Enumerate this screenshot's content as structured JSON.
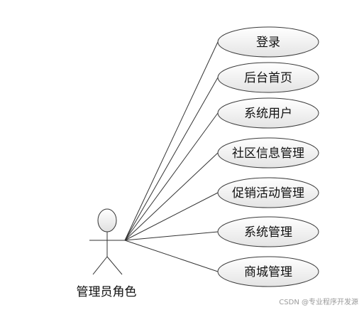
{
  "actor": {
    "label": "管理员角色"
  },
  "use_cases": [
    {
      "label": "登录"
    },
    {
      "label": "后台首页"
    },
    {
      "label": "系统用户"
    },
    {
      "label": "社区信息管理"
    },
    {
      "label": "促销活动管理"
    },
    {
      "label": "系统管理"
    },
    {
      "label": "商城管理"
    }
  ],
  "watermark": "CSDN @专业程序开发源",
  "colors": {
    "ellipse_top": "#ffffff",
    "ellipse_bottom": "#e4e4e4",
    "stroke": "#333333"
  }
}
